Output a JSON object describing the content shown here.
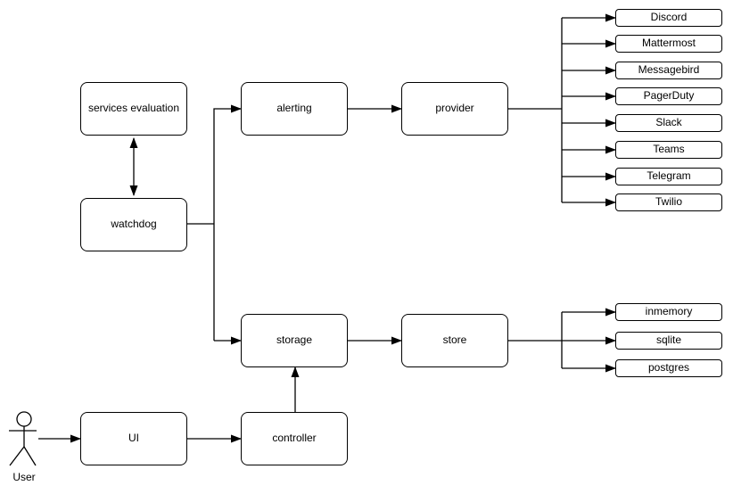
{
  "diagram": {
    "background_color": "#ffffff",
    "stroke_color": "#000000",
    "node_fill_color": "#ffffff",
    "text_color": "#000000",
    "nodes": {
      "services_evaluation": "services evaluation",
      "watchdog": "watchdog",
      "alerting": "alerting",
      "provider": "provider",
      "storage": "storage",
      "store": "store",
      "ui": "UI",
      "controller": "controller"
    },
    "actor": {
      "label": "User"
    },
    "provider_targets": [
      "Discord",
      "Mattermost",
      "Messagebird",
      "PagerDuty",
      "Slack",
      "Teams",
      "Telegram",
      "Twilio"
    ],
    "store_targets": [
      "inmemory",
      "sqlite",
      "postgres"
    ],
    "edges": [
      {
        "from": "services evaluation",
        "to": "watchdog",
        "style": "bidirectional"
      },
      {
        "from": "watchdog",
        "to": "alerting",
        "style": "arrow"
      },
      {
        "from": "watchdog",
        "to": "storage",
        "style": "arrow"
      },
      {
        "from": "alerting",
        "to": "provider",
        "style": "arrow"
      },
      {
        "from": "provider",
        "to": "Discord",
        "style": "arrow"
      },
      {
        "from": "provider",
        "to": "Mattermost",
        "style": "arrow"
      },
      {
        "from": "provider",
        "to": "Messagebird",
        "style": "arrow"
      },
      {
        "from": "provider",
        "to": "PagerDuty",
        "style": "arrow"
      },
      {
        "from": "provider",
        "to": "Slack",
        "style": "arrow"
      },
      {
        "from": "provider",
        "to": "Teams",
        "style": "arrow"
      },
      {
        "from": "provider",
        "to": "Telegram",
        "style": "arrow"
      },
      {
        "from": "provider",
        "to": "Twilio",
        "style": "arrow"
      },
      {
        "from": "storage",
        "to": "store",
        "style": "arrow"
      },
      {
        "from": "store",
        "to": "inmemory",
        "style": "arrow"
      },
      {
        "from": "store",
        "to": "sqlite",
        "style": "arrow"
      },
      {
        "from": "store",
        "to": "postgres",
        "style": "arrow"
      },
      {
        "from": "controller",
        "to": "storage",
        "style": "arrow"
      },
      {
        "from": "UI",
        "to": "controller",
        "style": "arrow"
      },
      {
        "from": "User",
        "to": "UI",
        "style": "arrow"
      }
    ]
  }
}
